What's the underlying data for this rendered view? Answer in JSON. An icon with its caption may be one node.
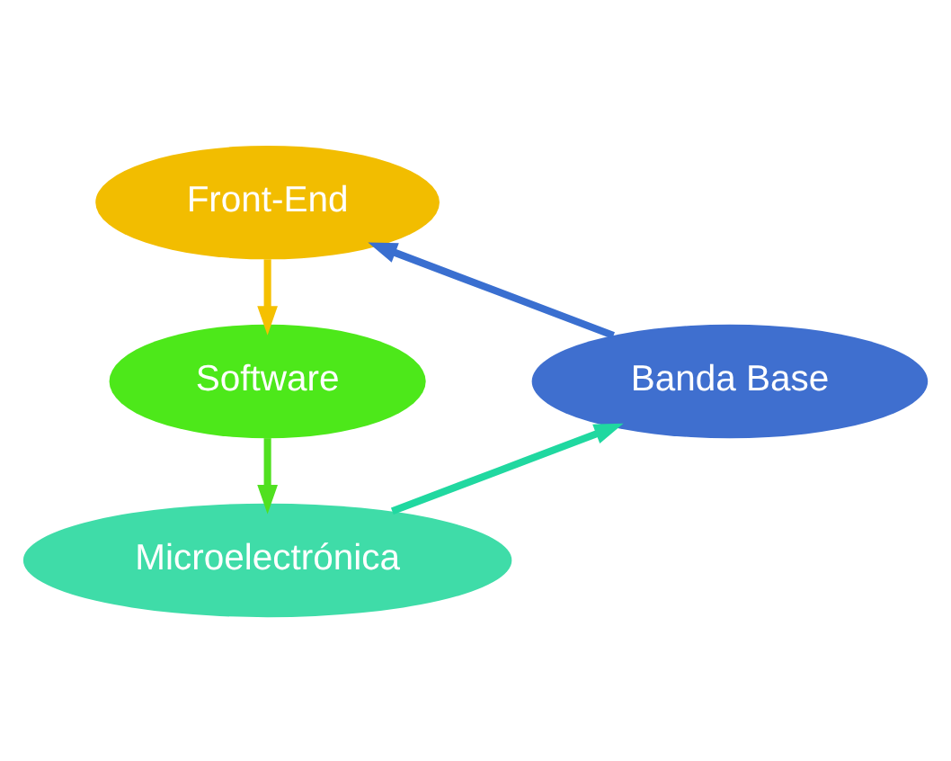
{
  "diagram": {
    "nodes": [
      {
        "text": [
          "Front-End"
        ]
      },
      {
        "text": [
          "Banda Base"
        ]
      },
      {
        "text": [
          "Software"
        ]
      },
      {
        "text": [
          "Microelectrónica"
        ]
      }
    ],
    "edges": [
      {
        "from": 0,
        "to": 2,
        "arrow": "to",
        "color": "#f5c000"
      },
      {
        "from": 2,
        "to": 3,
        "arrow": "to",
        "color": "#50e020"
      },
      {
        "from": 3,
        "to": 1,
        "arrow": "to",
        "color": "#20d8a0"
      },
      {
        "from": 1,
        "to": 0,
        "arrow": "to",
        "color": "#3a6fd0"
      }
    ]
  }
}
